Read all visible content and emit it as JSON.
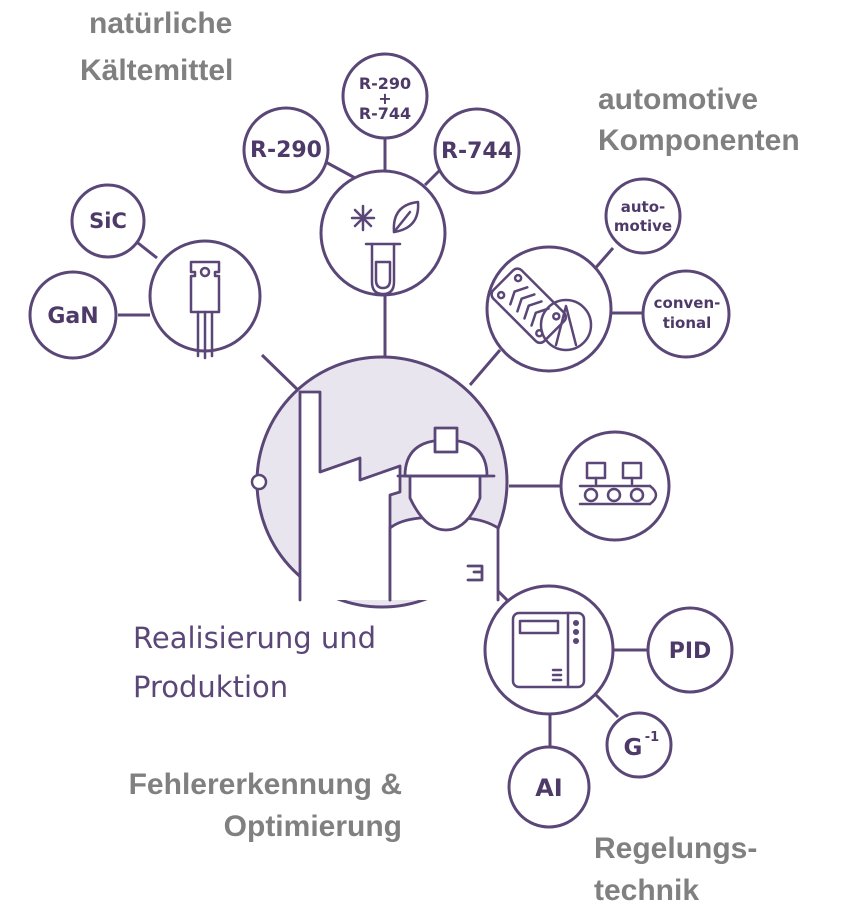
{
  "colors": {
    "accent": "#5b4777",
    "hub_fill": "#e9e5ef",
    "label_gray": "#808080"
  },
  "labels": {
    "natural_refrigerants_l1": "natürliche",
    "natural_refrigerants_l2": "Kältemittel",
    "automotive_components_l1": "automotive",
    "automotive_components_l2": "Komponenten",
    "realisation_l1": "Realisierung und",
    "realisation_l2": "Produktion",
    "fault_detection_l1": "Fehlererkennung &",
    "fault_detection_l2": "Optimierung",
    "control_l1": "Regelungs-",
    "control_l2": "technik"
  },
  "nodes": {
    "r290": "R-290",
    "r290_r744_l1": "R-290",
    "r290_r744_l2": "+",
    "r290_r744_l3": "R-744",
    "r744": "R-744",
    "sic": "SiC",
    "gan": "GaN",
    "automotive_l1": "auto-",
    "automotive_l2": "motive",
    "conventional_l1": "conven-",
    "conventional_l2": "tional",
    "pid": "PID",
    "g_inv": "G",
    "g_inv_sup": "-1",
    "ai": "AI"
  },
  "icons": {
    "refrigerant": "snowflake-leaf-testtube-icon",
    "transistor": "transistor-icon",
    "heat_exchanger": "heat-exchanger-compressor-icon",
    "conveyor": "conveyor-belt-icon",
    "controller": "controller-cabinet-icon",
    "factory_worker": "factory-worker-icon"
  }
}
